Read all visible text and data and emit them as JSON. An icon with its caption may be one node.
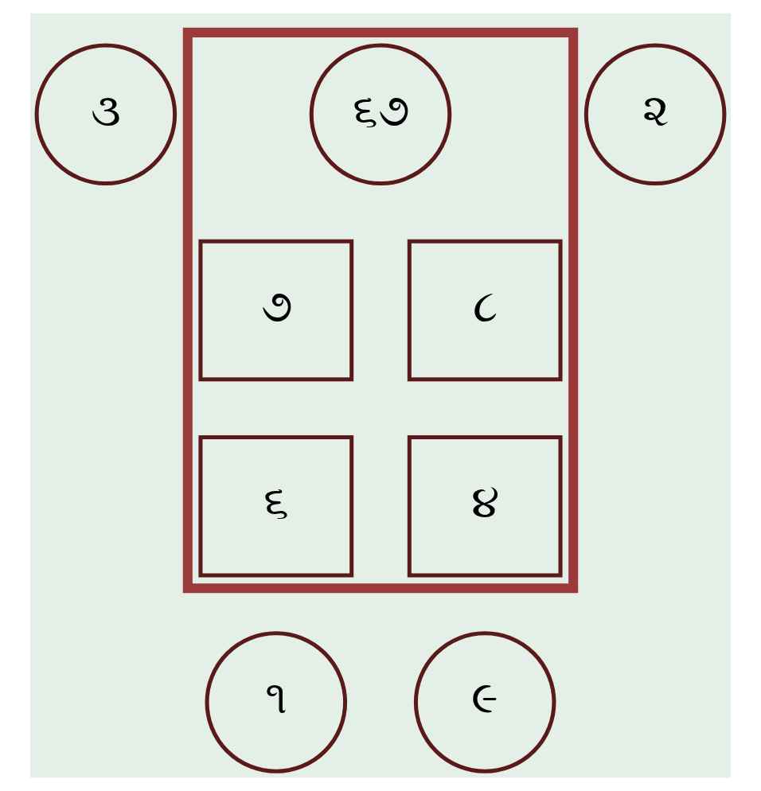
{
  "diagram": {
    "nodes": [
      {
        "text": [],
        "shape": "box"
      },
      {
        "text": [
          "૩"
        ]
      },
      {
        "text": [
          "૬૭"
        ],
        "in": 0
      },
      {
        "text": [
          "૨"
        ]
      },
      {
        "text": [
          "૭"
        ],
        "in": 0
      },
      {
        "text": [
          "૮"
        ],
        "in": 0
      },
      {
        "text": [
          "૬"
        ],
        "in": 0
      },
      {
        "text": [
          "૪"
        ],
        "in": 0
      },
      {
        "text": [
          "૧"
        ]
      },
      {
        "text": [
          "૯"
        ]
      }
    ]
  }
}
